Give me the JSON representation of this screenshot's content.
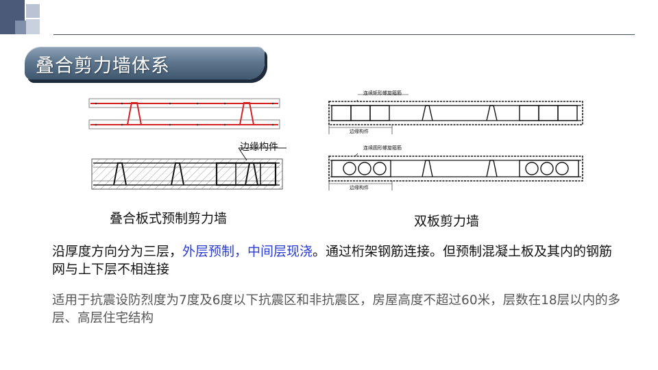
{
  "title": "叠合剪力墙体系",
  "figures": {
    "left_callout": "边缘构件",
    "right_top_callout": "连续矩形螺旋箍筋",
    "right_top_edge_label": "边缘构件",
    "right_bottom_callout": "连续圆形螺旋箍筋",
    "right_bottom_edge_label": "边缘构件"
  },
  "captions": {
    "left": "叠合板式预制剪力墙",
    "right": "双板剪力墙"
  },
  "paragraph1": {
    "part1": "沿厚度方向分为三层，",
    "highlight1": "外层预制，",
    "highlight2": "中间层现浇",
    "part2": "。通过桁架钢筋连接。但预制混凝土板及其内的钢筋网与上下层不相连接"
  },
  "paragraph2": "适用于抗震设防烈度为7度及6度以下抗震区和非抗震区，房屋高度不超过60米，层数在18层以内的多层、高层住宅结构",
  "colors": {
    "banner": "#5f7890",
    "rebar_red": "#d42020",
    "highlight": "#2a3bd0",
    "deco_dark": "#4a5a78",
    "deco_light": "#b9c3d3"
  }
}
